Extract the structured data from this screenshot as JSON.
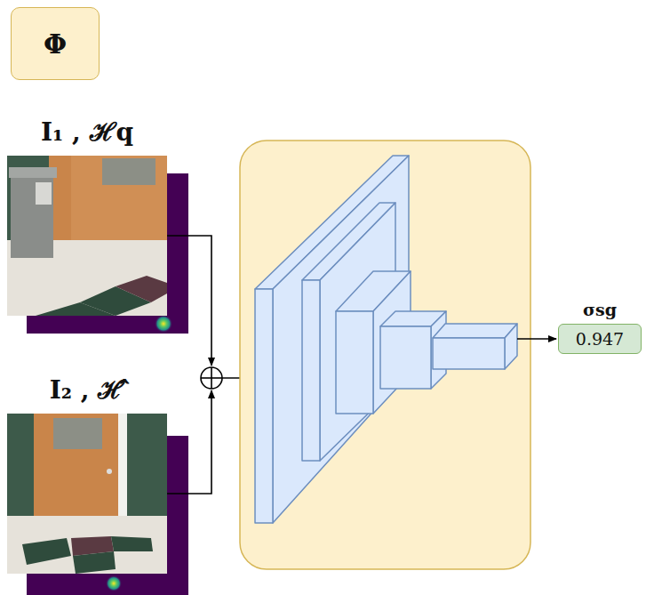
{
  "diagram": {
    "nodes": [
      {
        "text": [
          "Φ"
        ]
      },
      {
        "text": [
          "σsg",
          "0.947"
        ]
      }
    ],
    "labels": [
      "I₁ , ℋq",
      "I₂ , ℋ̂"
    ]
  }
}
